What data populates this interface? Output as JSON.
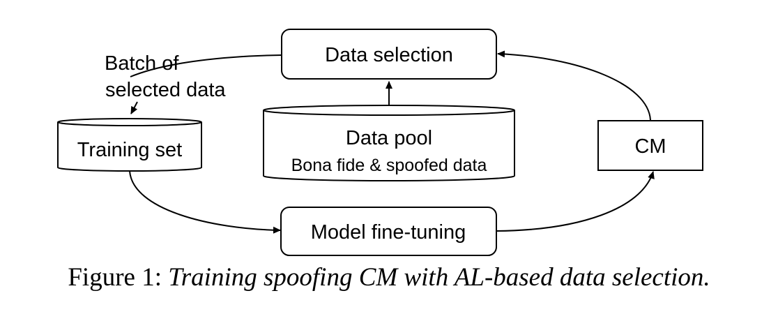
{
  "diagram": {
    "nodes": {
      "data_selection": {
        "label": "Data selection",
        "shape": "rounded-rectangle"
      },
      "data_pool": {
        "label": "Data pool",
        "sublabel": "Bona fide & spoofed data",
        "shape": "cylinder"
      },
      "training_set": {
        "label": "Training set",
        "shape": "cylinder"
      },
      "model_finetuning": {
        "label": "Model fine-tuning",
        "shape": "rounded-rectangle"
      },
      "cm": {
        "label": "CM",
        "shape": "rectangle"
      }
    },
    "edges": [
      {
        "from": "data_pool",
        "to": "data_selection",
        "label": ""
      },
      {
        "from": "data_selection",
        "to": "training_set",
        "label": "Batch of selected data"
      },
      {
        "from": "training_set",
        "to": "model_finetuning",
        "label": ""
      },
      {
        "from": "model_finetuning",
        "to": "cm",
        "label": ""
      },
      {
        "from": "cm",
        "to": "data_selection",
        "label": ""
      }
    ],
    "edge_label_batch": {
      "line1": "Batch of",
      "line2": "selected data"
    },
    "colors": {
      "stroke": "#000000",
      "fill": "#ffffff",
      "text": "#000000"
    }
  },
  "caption": {
    "prefix": "Figure 1: ",
    "title": "Training spoofing CM with AL-based data selection."
  }
}
